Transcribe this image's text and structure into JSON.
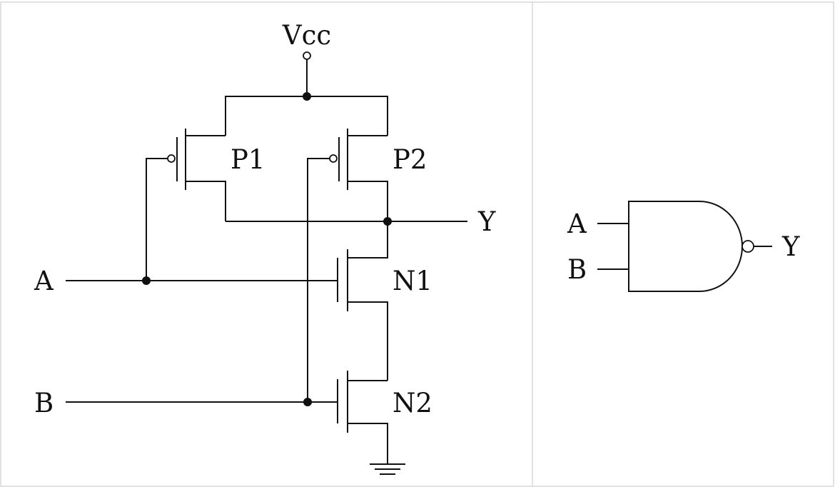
{
  "circuit": {
    "supply_label": "Vcc",
    "inputs": {
      "a": "A",
      "b": "B"
    },
    "output": "Y",
    "transistors": {
      "p1": "P1",
      "p2": "P2",
      "n1": "N1",
      "n2": "N2"
    }
  },
  "gate_symbol": {
    "input_a": "A",
    "input_b": "B",
    "output": "Y"
  },
  "colors": {
    "ink": "#111111",
    "frame": "#d8d8d8",
    "background": "#ffffff"
  }
}
